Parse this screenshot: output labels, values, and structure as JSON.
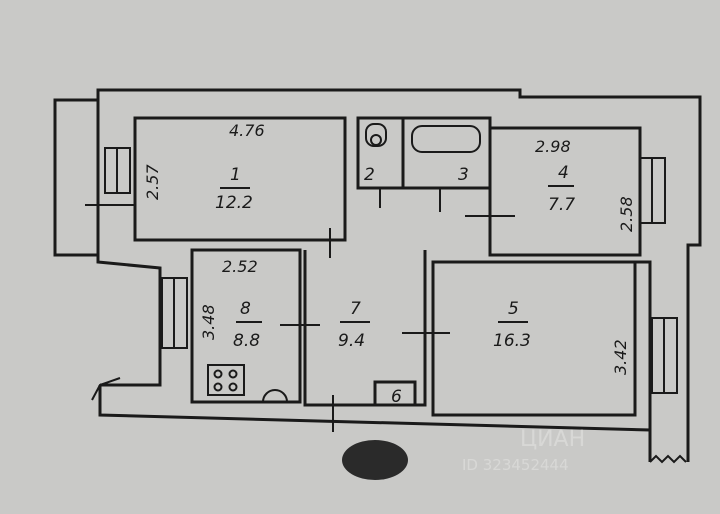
{
  "rooms": [
    {
      "number": "1",
      "area": "12.2",
      "width_dim": "4.76",
      "depth_dim": "2.57"
    },
    {
      "number": "2"
    },
    {
      "number": "3"
    },
    {
      "number": "4",
      "area": "7.7",
      "width_dim": "2.98",
      "depth_dim": "2.58"
    },
    {
      "number": "5",
      "area": "16.3",
      "depth_dim": "3.42"
    },
    {
      "number": "6"
    },
    {
      "number": "7",
      "area": "9.4"
    },
    {
      "number": "8",
      "area": "8.8",
      "width_dim": "2.52",
      "depth_dim": "3.48"
    }
  ],
  "watermark": {
    "brand": "ЦИАН",
    "id": "ID 323452444"
  }
}
